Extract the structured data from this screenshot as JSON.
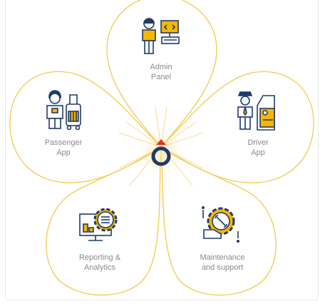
{
  "colors": {
    "petal_stroke": "#f2c94c",
    "ray": "#f7d98b",
    "navy": "#1f3a6b",
    "accent": "#f5b700",
    "center_red": "#e5322d",
    "label_text": "#8a8a8a"
  },
  "nodes": {
    "admin": {
      "line1": "Admin",
      "line2": "Panel",
      "icon": "admin-computer-icon"
    },
    "driver": {
      "line1": "Driver",
      "line2": "App",
      "icon": "driver-car-icon"
    },
    "maintenance": {
      "line1": "Maintenance",
      "line2": "and support",
      "icon": "gear-wrench-icon"
    },
    "reporting": {
      "line1": "Reporting &",
      "line2": "Analytics",
      "icon": "analytics-monitor-icon"
    },
    "passenger": {
      "line1": "Passenger",
      "line2": "App",
      "icon": "passenger-luggage-icon"
    }
  },
  "center": {
    "icon": "brand-logo-icon"
  }
}
